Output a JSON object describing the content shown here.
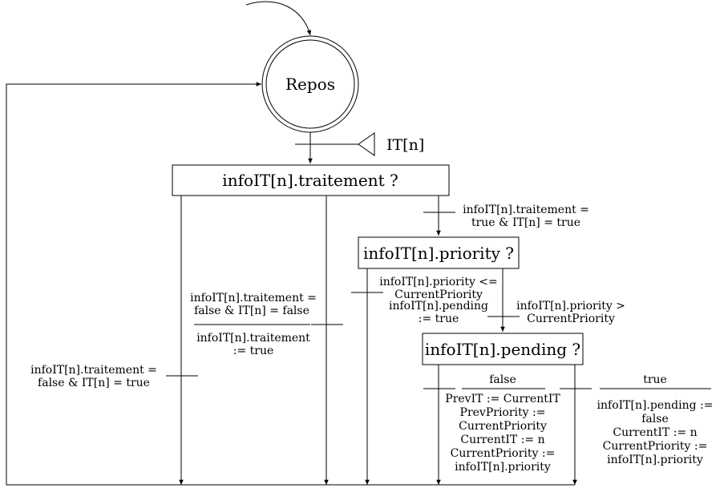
{
  "diagram": {
    "initial_state": {
      "label": "Repos"
    },
    "interrupt": {
      "label": "IT[n]"
    },
    "decisions": {
      "traitement": {
        "label": "infoIT[n].traitement ?"
      },
      "priority": {
        "label": "infoIT[n].priority ?"
      },
      "pending": {
        "label": "infoIT[n].pending ?"
      }
    },
    "transitions": {
      "traitement_true": {
        "guard_lines": [
          "infoIT[n].traitement =",
          "true & IT[n] = true"
        ]
      },
      "traitement_false_it_false": {
        "guard_lines": [
          "infoIT[n].traitement =",
          "false & IT[n] = false"
        ],
        "action_lines": [
          "infoIT[n].traitement",
          ":= true"
        ]
      },
      "traitement_false_it_true": {
        "guard_lines": [
          "infoIT[n].traitement =",
          "false & IT[n] = true"
        ]
      },
      "priority_le": {
        "guard_lines": [
          "infoIT[n].priority <=",
          "CurrentPriority"
        ],
        "action_lines": [
          "infoIT[n].pending",
          ":= true"
        ]
      },
      "priority_gt": {
        "guard_lines": [
          "infoIT[n].priority >",
          "CurrentPriority"
        ]
      },
      "pending_false": {
        "guard": "false",
        "action_lines": [
          "PrevIT := CurrentIT",
          "PrevPriority :=",
          "CurrentPriority",
          "CurrentIT := n",
          "CurrentPriority :=",
          "infoIT[n].priority"
        ]
      },
      "pending_true": {
        "guard": "true",
        "action_lines": [
          "infoIT[n].pending :=",
          "false",
          "CurrentIT := n",
          "CurrentPriority :=",
          "infoIT[n].priority"
        ]
      }
    }
  }
}
